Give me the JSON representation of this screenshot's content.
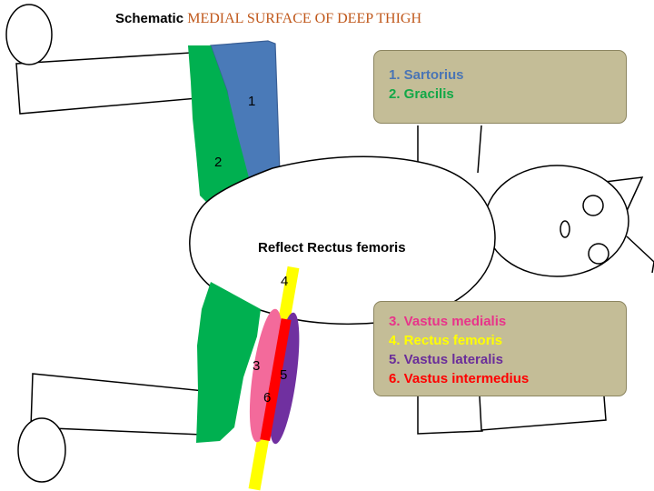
{
  "title": {
    "main": "Schematic",
    "sub": "MEDIAL SURFACE OF DEEP THIGH"
  },
  "center_label": "Reflect Rectus femoris",
  "legend_top": [
    {
      "text": "1. Sartorius",
      "color": "#4a75b5"
    },
    {
      "text": "2. Gracilis",
      "color": "#12a847"
    }
  ],
  "legend_bottom": [
    {
      "text": "3. Vastus medialis",
      "color": "#e8348a"
    },
    {
      "text": "4. Rectus femoris",
      "color": "#ffff00"
    },
    {
      "text": "5. Vastus lateralis",
      "color": "#6a2d9a"
    },
    {
      "text": "6. Vastus intermedius",
      "color": "#ff0000"
    }
  ],
  "muscle_numbers": [
    "1",
    "2",
    "3",
    "4",
    "5",
    "6"
  ],
  "colors": {
    "sartorius": "#4a7ab8",
    "gracilis": "#00b050",
    "vastus_medialis": "#f36a9b",
    "rectus_femoris": "#ffff00",
    "vastus_lateralis": "#7030a0",
    "vastus_intermedius": "#ff0000",
    "legend_bg": "#c4bd97"
  }
}
